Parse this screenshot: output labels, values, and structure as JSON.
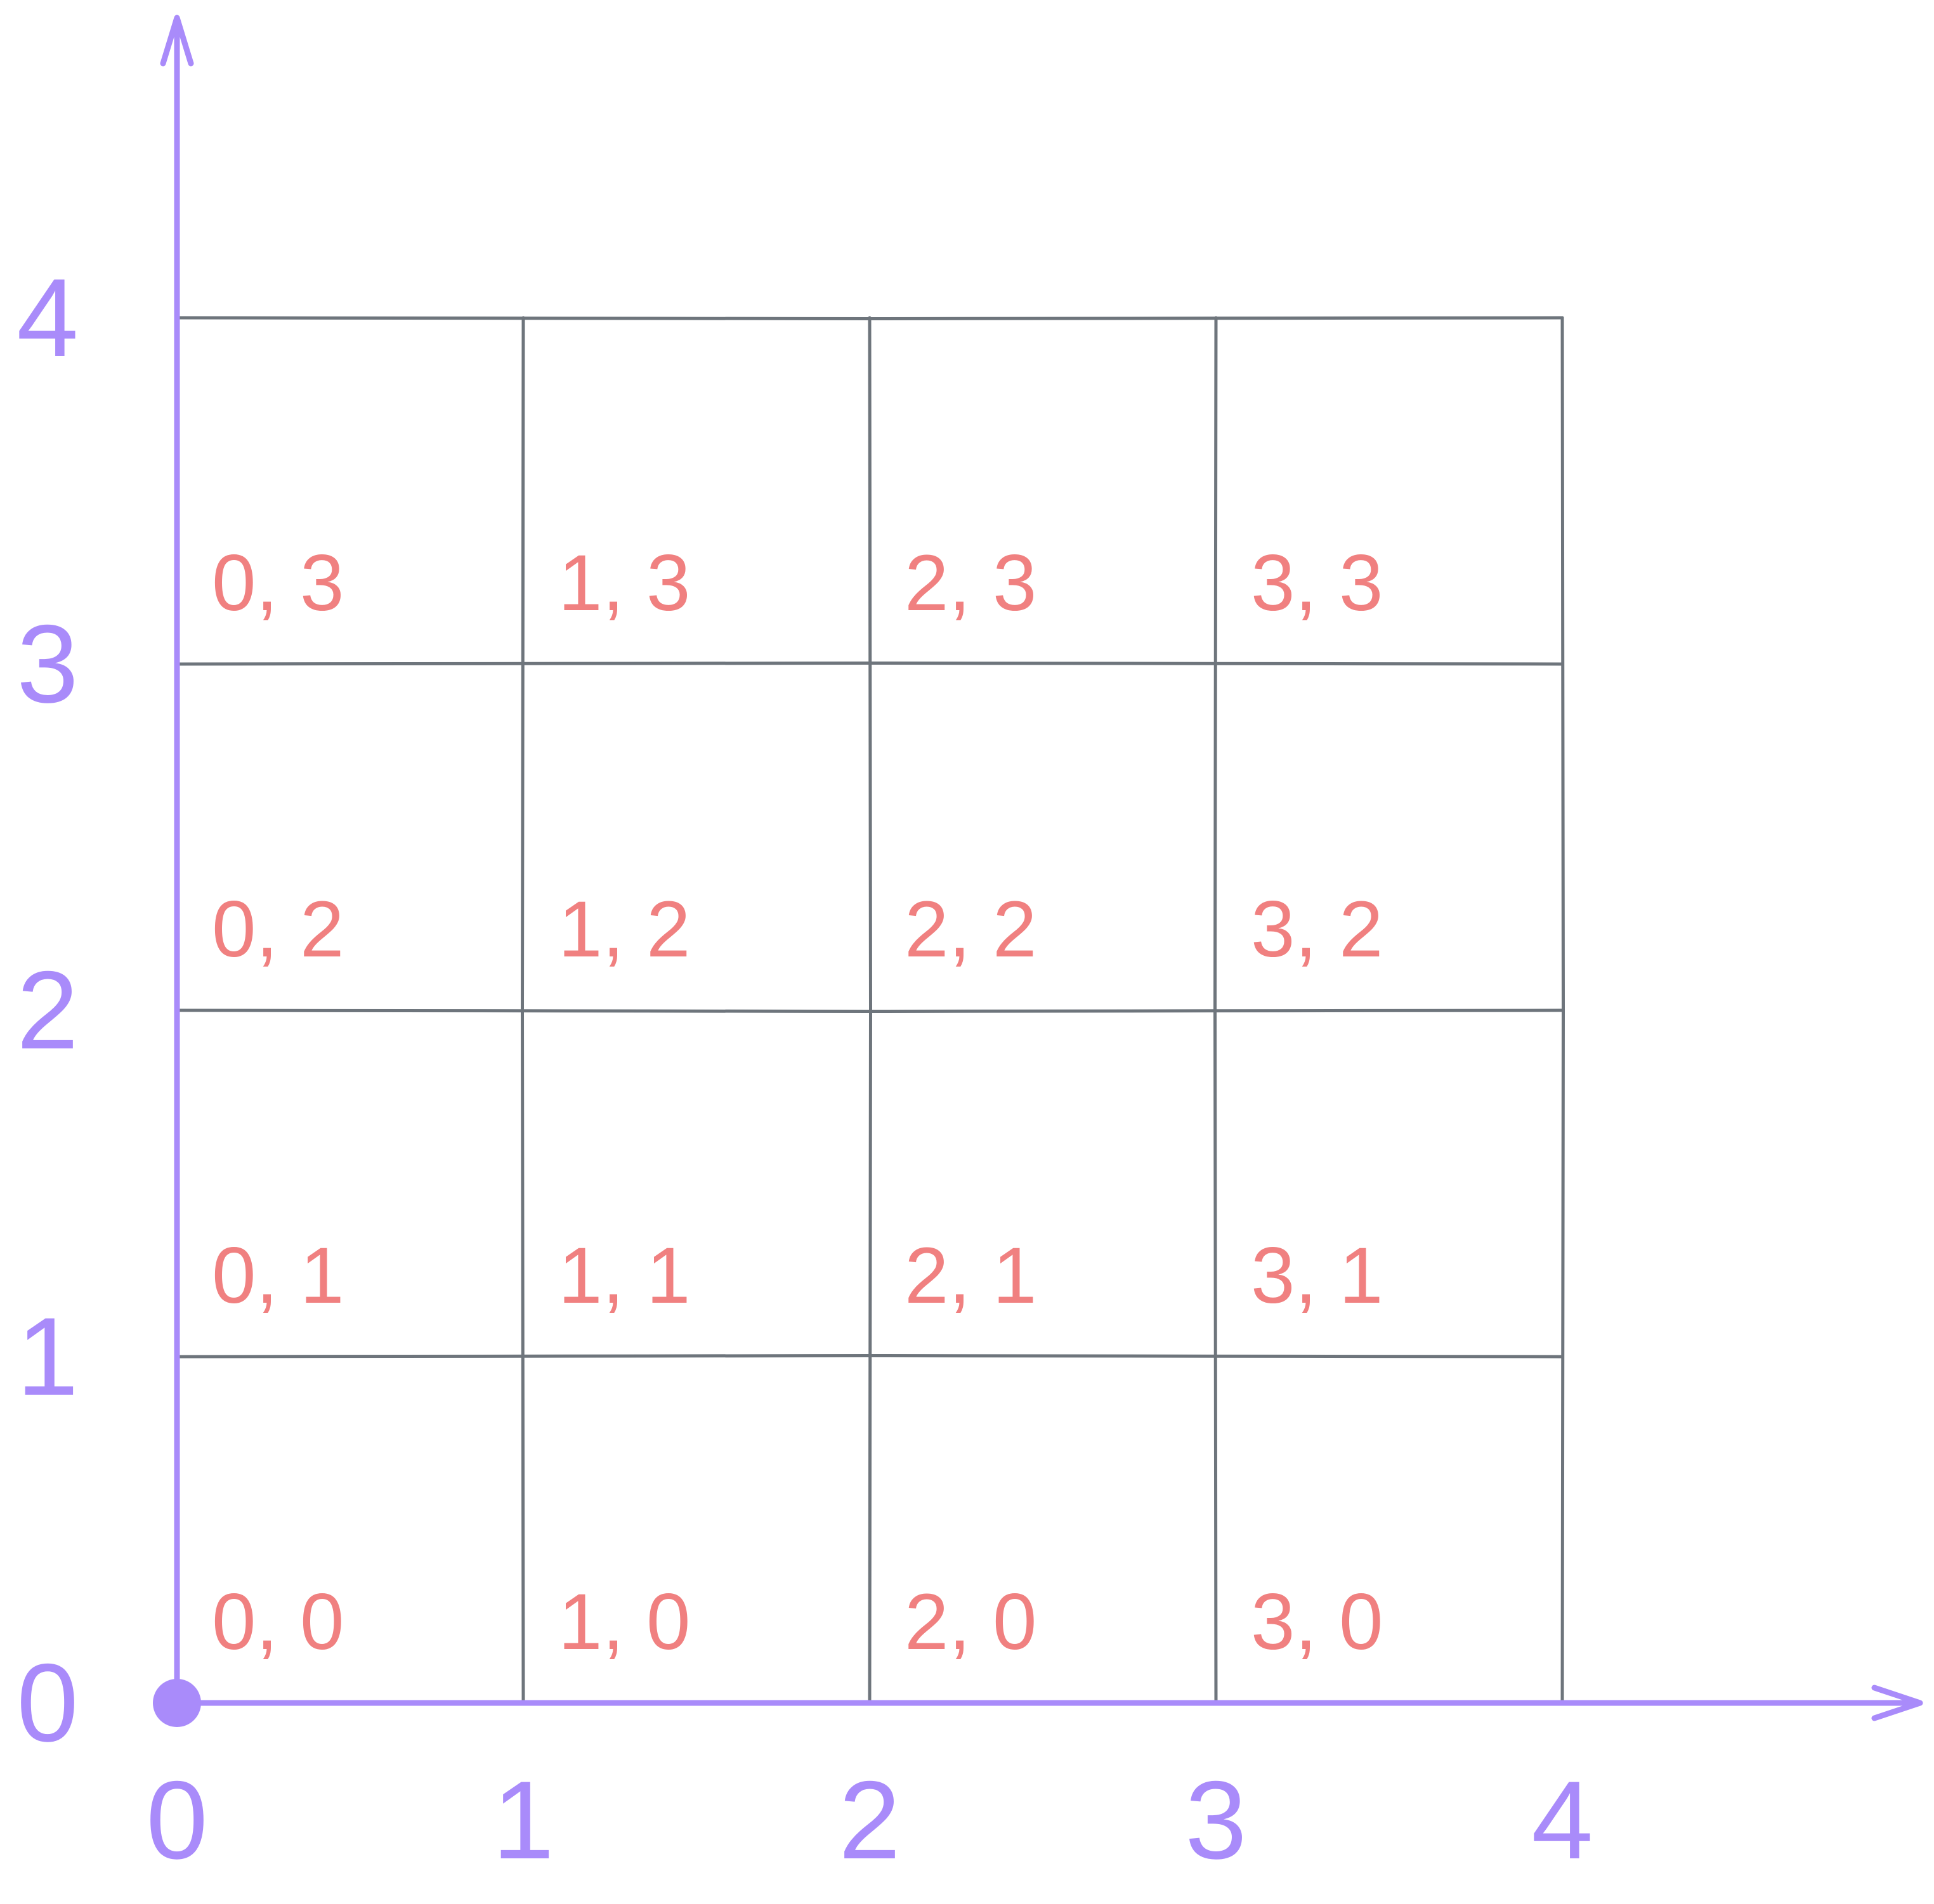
{
  "colors": {
    "grid": "#6e757c",
    "axis": "#a98bfa",
    "cell_label": "#f08080",
    "background": "#ffffff"
  },
  "grid": {
    "columns": 4,
    "rows": 4
  },
  "x_axis": {
    "ticks": [
      "0",
      "1",
      "2",
      "3",
      "4"
    ]
  },
  "y_axis": {
    "ticks": [
      "0",
      "1",
      "2",
      "3",
      "4"
    ]
  },
  "cells": [
    {
      "x": 0,
      "y": 0,
      "label": "0, 0"
    },
    {
      "x": 1,
      "y": 0,
      "label": "1, 0"
    },
    {
      "x": 2,
      "y": 0,
      "label": "2, 0"
    },
    {
      "x": 3,
      "y": 0,
      "label": "3, 0"
    },
    {
      "x": 0,
      "y": 1,
      "label": "0, 1"
    },
    {
      "x": 1,
      "y": 1,
      "label": "1, 1"
    },
    {
      "x": 2,
      "y": 1,
      "label": "2, 1"
    },
    {
      "x": 3,
      "y": 1,
      "label": "3, 1"
    },
    {
      "x": 0,
      "y": 2,
      "label": "0, 2"
    },
    {
      "x": 1,
      "y": 2,
      "label": "1, 2"
    },
    {
      "x": 2,
      "y": 2,
      "label": "2, 2"
    },
    {
      "x": 3,
      "y": 2,
      "label": "3, 2"
    },
    {
      "x": 0,
      "y": 3,
      "label": "0, 3"
    },
    {
      "x": 1,
      "y": 3,
      "label": "1, 3"
    },
    {
      "x": 2,
      "y": 3,
      "label": "2, 3"
    },
    {
      "x": 3,
      "y": 3,
      "label": "3, 3"
    }
  ],
  "origin_marker": "origin-dot"
}
